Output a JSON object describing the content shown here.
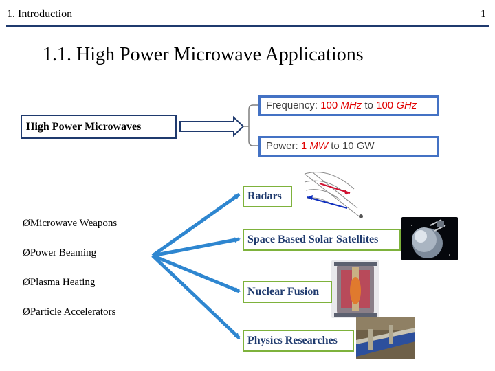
{
  "header": {
    "section": "1. Introduction",
    "page_number": "1"
  },
  "title": "1.1. High Power Microwave Applications",
  "hpm": {
    "label": "High Power Microwaves",
    "frequency_label": "Frequency:",
    "frequency_from": "100",
    "frequency_from_unit": "MHz",
    "frequency_to_word": "to",
    "frequency_to": "100",
    "frequency_to_unit": "GHz",
    "power_label": "Power:",
    "power_from": "1",
    "power_from_unit": "MW",
    "power_to_word": "to",
    "power_to": "10 GW"
  },
  "bullet_symbol": "Ø",
  "uses": [
    "Microwave Weapons",
    "Power Beaming",
    "Plasma Heating",
    "Particle Accelerators"
  ],
  "applications": [
    "Radars",
    "Space Based Solar Satellites",
    "Nuclear Fusion",
    "Physics Researches"
  ],
  "colors": {
    "header_rule": "#1f3a6e",
    "box_border": "#1f3a6e",
    "param_border": "#4472c4",
    "param_value": "#e00000",
    "app_border": "#7eb23c",
    "app_text": "#1f3a6e",
    "arrow_blue": "#2e86d0"
  },
  "icons": {
    "radar": "radar-sweep-icon",
    "satellite": "solar-satellite-image",
    "fusion": "tokamak-image",
    "physics": "particle-accelerator-image"
  }
}
